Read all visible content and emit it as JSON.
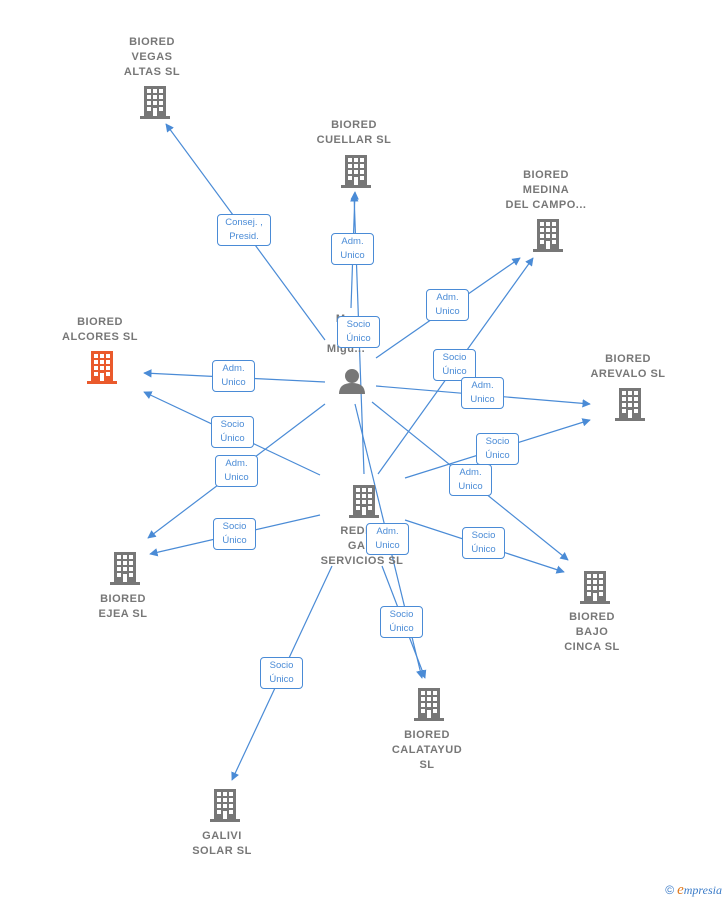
{
  "nodes": {
    "vegas_altas": {
      "label": "BIORED\nVEGAS\nALTAS  SL",
      "icon": "building-icon"
    },
    "cuellar": {
      "label": "BIORED\nCUELLAR  SL",
      "icon": "building-icon"
    },
    "medina": {
      "label": "BIORED\nMEDINA\nDEL CAMPO...",
      "icon": "building-icon"
    },
    "alcores": {
      "label": "BIORED\nALCORES  SL",
      "icon": "building-icon",
      "color": "#ea5a2c"
    },
    "arevalo": {
      "label": "BIORED\nAREVALO  SL",
      "icon": "building-icon"
    },
    "person": {
      "label": "M...\nV...\nMigu...",
      "icon": "person-icon"
    },
    "redes": {
      "label": "REDE...\nGA...\nSERVICIOS  SL",
      "icon": "building-icon"
    },
    "ejea": {
      "label": "BIORED\nEJEA  SL",
      "icon": "building-icon"
    },
    "bajo_cinca": {
      "label": "BIORED\nBAJO\nCINCA  SL",
      "icon": "building-icon"
    },
    "calatayud": {
      "label": "BIORED\nCALATAYUD\nSL",
      "icon": "building-icon"
    },
    "galivi": {
      "label": "GALIVI\nSOLAR SL",
      "icon": "building-icon"
    }
  },
  "edge_labels": {
    "consej": "Consej. ,\nPresid.",
    "adm_cuellar": "Adm.\nUnico",
    "socio_cuellar": "Socio\nÚnico",
    "adm_medina": "Adm.\nUnico",
    "socio_medina": "Socio\nÚnico",
    "adm_arevalo": "Adm.\nUnico",
    "socio_arevalo": "Socio\nÚnico",
    "adm_alcores": "Adm.\nUnico",
    "socio_alcores": "Socio\nÚnico",
    "adm_ejea": "Adm.\nUnico",
    "socio_ejea": "Socio\nÚnico",
    "adm_bajo": "Adm.\nUnico",
    "socio_bajo": "Socio\nÚnico",
    "adm_calatayud": "Adm.\nUnico",
    "socio_calatayud": "Socio\nÚnico",
    "socio_galivi": "Socio\nÚnico"
  },
  "colors": {
    "edge": "#4a8bd6",
    "node": "#777777",
    "highlight": "#ea5a2c"
  },
  "brand": {
    "copyright": "©",
    "initial": "e",
    "name": "mpresia"
  }
}
